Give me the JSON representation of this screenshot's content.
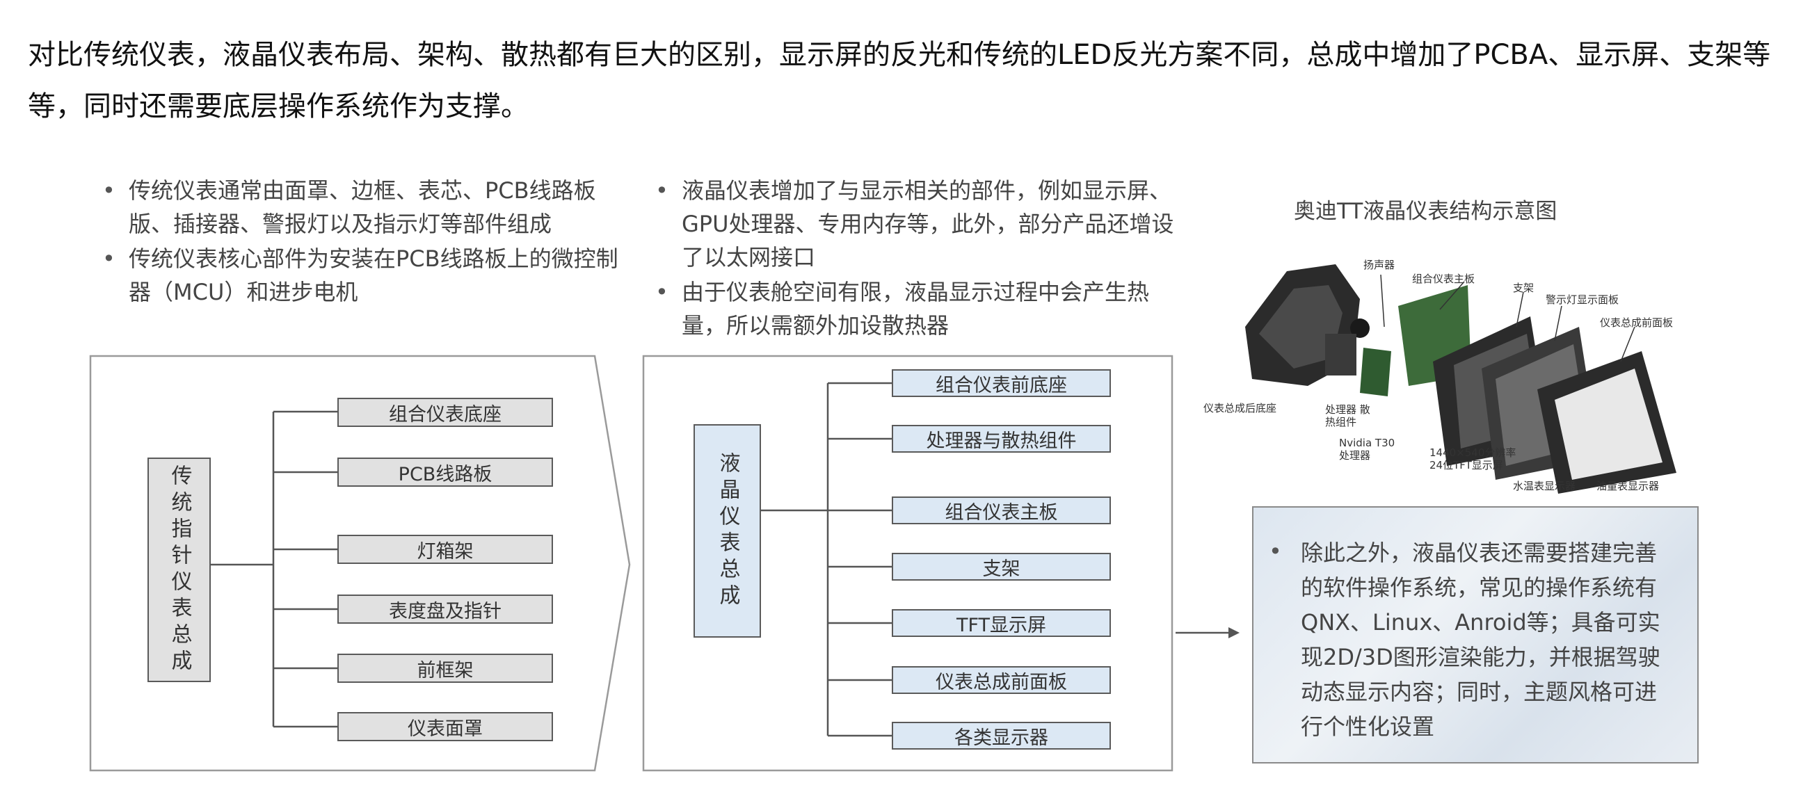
{
  "intro": "对比传统仪表，液晶仪表布局、架构、散热都有巨大的区别，显示屏的反光和传统的LED反光方案不同，总成中增加了PCBA、显示屏、支架等等，同时还需要底层操作系统作为支撑。",
  "traditional": {
    "bullets": [
      "传统仪表通常由面罩、边框、表芯、PCB线路板版、插接器、警报灯以及指示灯等部件组成",
      "传统仪表核心部件为安装在PCB线路板上的微控制器（MCU）和进步电机"
    ],
    "root": "传统指针仪表总成",
    "children": [
      "组合仪表底座",
      "PCB线路板",
      "灯箱架",
      "表度盘及指针",
      "前框架",
      "仪表面罩"
    ]
  },
  "lcd": {
    "bullets": [
      "液晶仪表增加了与显示相关的部件，例如显示屏、GPU处理器、专用内存等，此外，部分产品还增设了以太网接口",
      "由于仪表舱空间有限，液晶显示过程中会产生热量，所以需额外加设散热器"
    ],
    "root": "液晶仪表总成",
    "children": [
      "组合仪表前底座",
      "处理器与散热组件",
      "组合仪表主板",
      "支架",
      "TFT显示屏",
      "仪表总成前面板",
      "各类显示器"
    ]
  },
  "exploded": {
    "title": "奥迪TT液晶仪表结构示意图",
    "labels": {
      "speaker": "扬声器",
      "mainboard": "组合仪表主板",
      "bracket": "支架",
      "warning": "警示灯显示面板",
      "front_panel": "仪表总成前面板",
      "rear_base": "仪表总成后底座",
      "processor": "处理器 散热组件",
      "gpu": "Nvidia T30 处理器",
      "tft": "1440×540分辨率 24位TFT显示屏",
      "water_temp": "水温表显示器",
      "fuel": "油量表显示器"
    },
    "colors": {
      "board": "#3d6b3a",
      "frame": "#2b2b2b"
    }
  },
  "software": {
    "text": "除此之外，液晶仪表还需要搭建完善的软件操作系统，常见的操作系统有QNX、Linux、Anroid等；具备可实现2D/3D图形渲染能力，并根据驾驶动态显示内容；同时，主题风格可进行个性化设置"
  },
  "colors": {
    "gray_box": "#e1e1e1",
    "blue_box": "#dce8f4",
    "line": "#555555"
  }
}
